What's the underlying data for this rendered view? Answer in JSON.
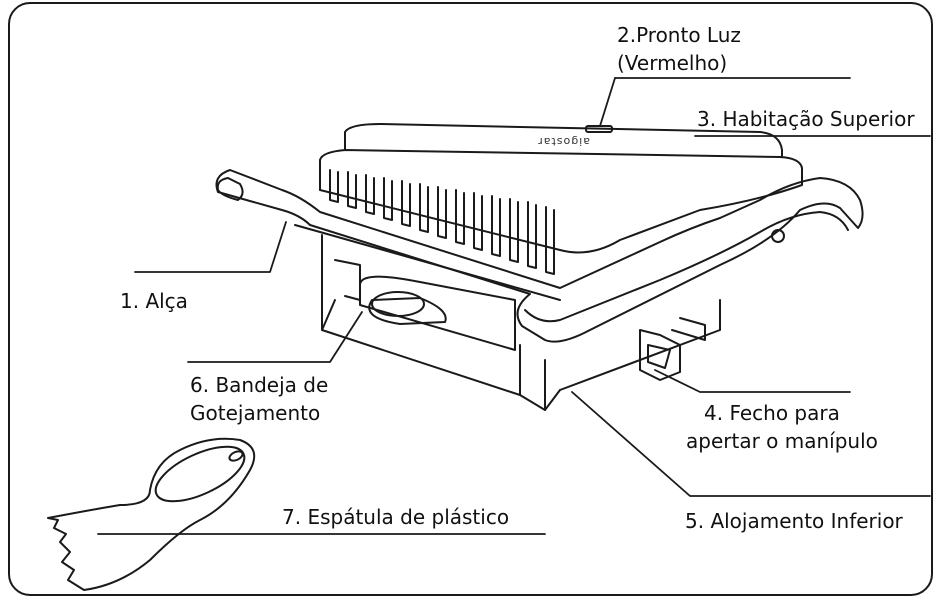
{
  "labels": {
    "pronto_luz_1": "2.Pronto Luz",
    "pronto_luz_2": "(Vermelho)",
    "habitacao": "3. Habitação Superior",
    "alca": "1. Alça",
    "bandeja_1": "6. Bandeja de",
    "bandeja_2": "Gotejamento",
    "fecho_1": "4. Fecho para",
    "fecho_2": "apertar o manípulo",
    "alojamento": "5. Alojamento Inferior",
    "espatula": "7. Espátula de plástico"
  },
  "brand": "aigostar",
  "colors": {
    "line": "#1a1a1a",
    "background": "#ffffff"
  }
}
